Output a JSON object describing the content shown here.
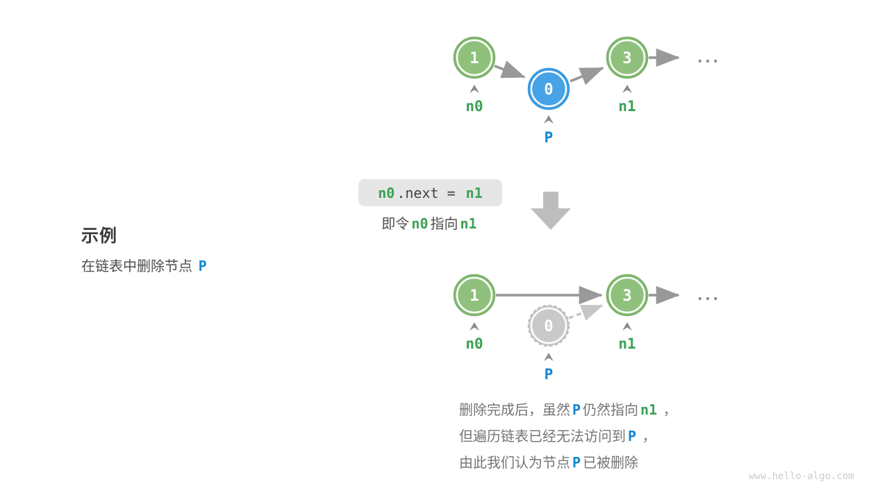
{
  "colors": {
    "node_green_fill": "#8FC17D",
    "node_green_stroke": "#7BB169",
    "node_blue_fill": "#47A3E5",
    "node_blue_stroke": "#3999DF",
    "node_gray_fill": "#C9C9C9",
    "node_gray_stroke": "#BDBDBD",
    "arrow_gray": "#999999",
    "arrow_dashed_gray": "#C6C6C6",
    "label_green": "#3BA154",
    "label_blue": "#1287D1",
    "code_box_bg": "#E6E6E6",
    "block_arrow_gray": "#BDBDBD"
  },
  "example": {
    "heading": "示例",
    "line": [
      {
        "t": "在链表中删除节点 "
      },
      {
        "t": "P",
        "cls": "seg-p"
      }
    ]
  },
  "operation": {
    "code": [
      {
        "t": "n0",
        "cls": "seg-g"
      },
      {
        "t": ".next = ",
        "cls": "seg-dark"
      },
      {
        "t": "n1",
        "cls": "seg-g"
      }
    ],
    "caption": [
      {
        "t": "即令"
      },
      {
        "t": "n0",
        "cls": "seg-g"
      },
      {
        "t": "指向"
      },
      {
        "t": "n1",
        "cls": "seg-g"
      }
    ]
  },
  "diagram_before": {
    "nodes": [
      {
        "value": "1",
        "label": "n0"
      },
      {
        "value": "0",
        "label": "P"
      },
      {
        "value": "3",
        "label": "n1"
      }
    ],
    "ellipsis": "..."
  },
  "diagram_after": {
    "nodes": [
      {
        "value": "1",
        "label": "n0"
      },
      {
        "value": "0",
        "label": "P"
      },
      {
        "value": "3",
        "label": "n1"
      }
    ],
    "ellipsis": "..."
  },
  "note": {
    "lines": [
      [
        {
          "t": "删除完成后，虽然"
        },
        {
          "t": "P",
          "cls": "seg-p"
        },
        {
          "t": "仍然指向"
        },
        {
          "t": "n1",
          "cls": "seg-g"
        },
        {
          "t": " ，"
        }
      ],
      [
        {
          "t": "但遍历链表已经无法访问到"
        },
        {
          "t": "P",
          "cls": "seg-p"
        },
        {
          "t": " ，"
        }
      ],
      [
        {
          "t": "由此我们认为节点"
        },
        {
          "t": "P",
          "cls": "seg-p"
        },
        {
          "t": "已被删除"
        }
      ]
    ]
  },
  "watermark": "www.hello-algo.com"
}
